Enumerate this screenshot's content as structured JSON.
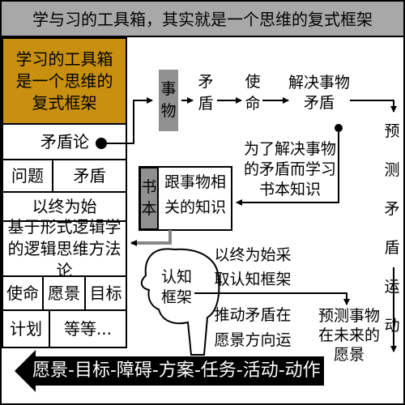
{
  "title": "学与习的工具箱，其实就是一个思维的复式框架",
  "sidebar": {
    "header": "学习的工具箱是一个思维的复式框架",
    "maodun_lun": "矛盾论",
    "row1": [
      "问题",
      "矛盾"
    ],
    "row2": "以终为始",
    "row3": "基于形式逻辑学的逻辑思维方法论",
    "row4": [
      "使命",
      "愿景",
      "目标"
    ],
    "row5": [
      "计划",
      "等等..."
    ]
  },
  "flow": {
    "shiwu": "事物",
    "maodun": "矛盾",
    "shiming": "使命",
    "jiejue": "解决事物矛盾",
    "yuce": "预测矛盾运动",
    "weile": "为了解决事物的矛盾而学习书本知识",
    "shuben": "书本",
    "knowledge": "跟事物相关的知识",
    "renzhi": "认知框架",
    "yizhong": "以终为始采取认知框架",
    "tuidong": "推动矛盾在愿景方向运动",
    "yuce_shiwu": "预测事物在未来的愿景"
  },
  "bottom_arrow": "愿景-目标-障碍-方案-任务-活动-动作"
}
